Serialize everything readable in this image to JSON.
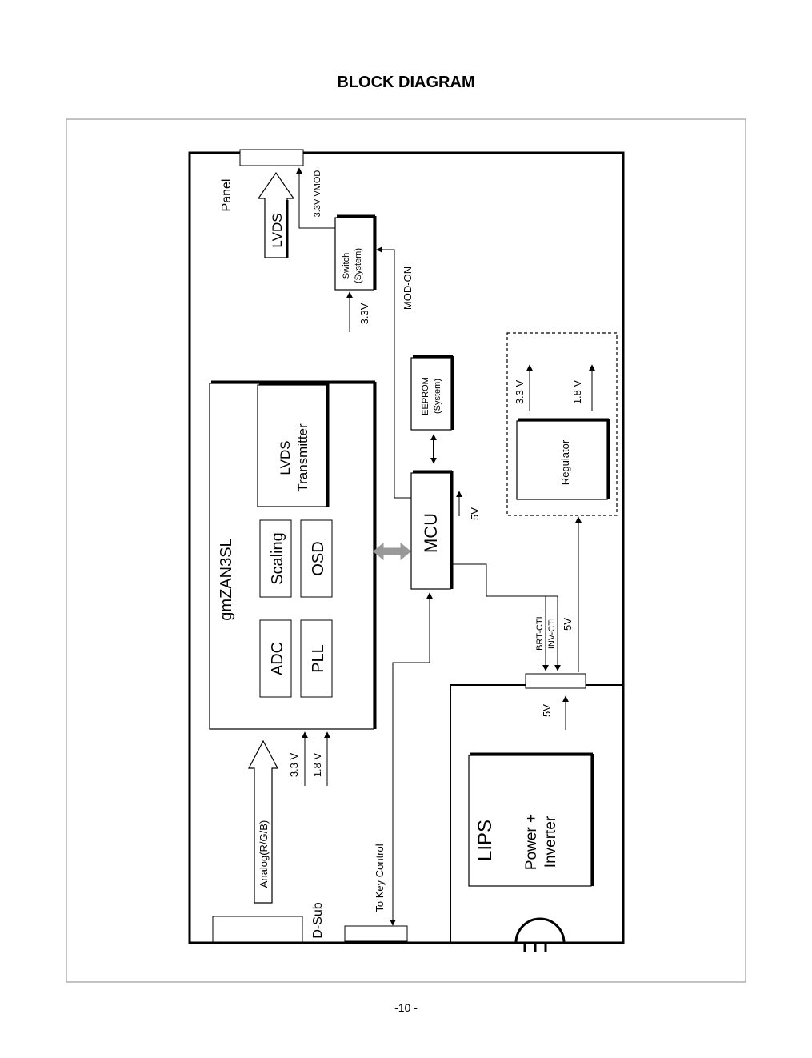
{
  "page": {
    "title": "BLOCK DIAGRAM",
    "page_number": "-10 -"
  },
  "labels": {
    "panel": "Panel",
    "lvds_out": "LVDS",
    "vmod": "3.3V VMOD",
    "switch_line1": "Switch",
    "switch_line2": "(System)",
    "switch_in": "3.3V",
    "mod_on": "MOD-ON",
    "eeprom_line1": "EEPROM",
    "eeprom_line2": "(System)",
    "reg_out_33": "3.3 V",
    "reg_out_18": "1.8 V",
    "regulator": "Regulator",
    "chip": "gmZAN3SL",
    "lvds_tx_line1": "LVDS",
    "lvds_tx_line2": "Transmitter",
    "scaling": "Scaling",
    "osd": "OSD",
    "adc": "ADC",
    "pll": "PLL",
    "mcu": "MCU",
    "mcu_5v": "5V",
    "brt_ctl": "BRT-CTL",
    "inv_ctl": "INV-CTL",
    "reg_5v": "5V",
    "lips_5v": "5V",
    "chip_in_33": "3.3 V",
    "chip_in_18": "1.8 V",
    "analog": "Analog(R/G/B)",
    "key_control": "To Key Control",
    "dsub": "D-Sub",
    "lips": "LIPS",
    "lips_power": "Power +",
    "lips_inverter": "Inverter"
  }
}
